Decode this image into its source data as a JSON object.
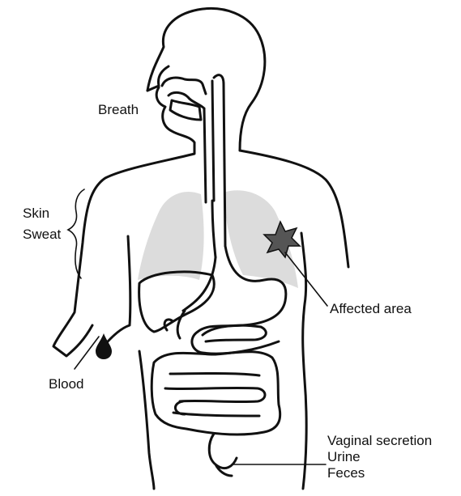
{
  "labels": {
    "breath": "Breath",
    "skin": "Skin",
    "sweat": "Sweat",
    "affected_area": "Affected area",
    "blood": "Blood",
    "vaginal_secretion": "Vaginal secretion",
    "urine": "Urine",
    "feces": "Feces"
  },
  "colors": {
    "outline": "#111111",
    "lungs": "#dcdcdc",
    "lesion": "#555555",
    "blood_drop": "#111111",
    "background": "#ffffff"
  }
}
